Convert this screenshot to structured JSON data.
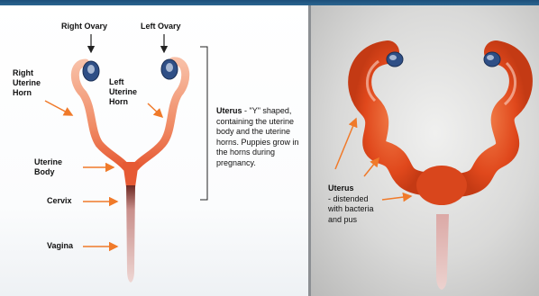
{
  "labels": {
    "right_ovary": "Right Ovary",
    "left_ovary": "Left Ovary",
    "right_uterine_horn": "Right\nUterine\nHorn",
    "left_uterine_horn": "Left\nUterine\nHorn",
    "uterine_body": "Uterine\nBody",
    "cervix": "Cervix",
    "vagina": "Vagina"
  },
  "normal_description": {
    "term": "Uterus",
    "text": " - \"Y\" shaped, containing the uterine body and the uterine horns. Puppies grow in the horns during pregnancy."
  },
  "diseased_description": {
    "term": "Uterus",
    "line1": "- distended",
    "line2": "with bacteria",
    "line3": "and pus"
  },
  "colors": {
    "arrow": "#f07a2a",
    "tissue_light": "#f7b49a",
    "tissue_mid": "#ee7a55",
    "tissue_dark": "#e2582f",
    "infected": "#e0481c",
    "ovary": "#2f4f86",
    "vagina_pink": "#e9c9c6",
    "cervix_dark": "#6e2a24",
    "panel_divider": "#8c8f93",
    "header_blue": "#1d4f7a"
  }
}
